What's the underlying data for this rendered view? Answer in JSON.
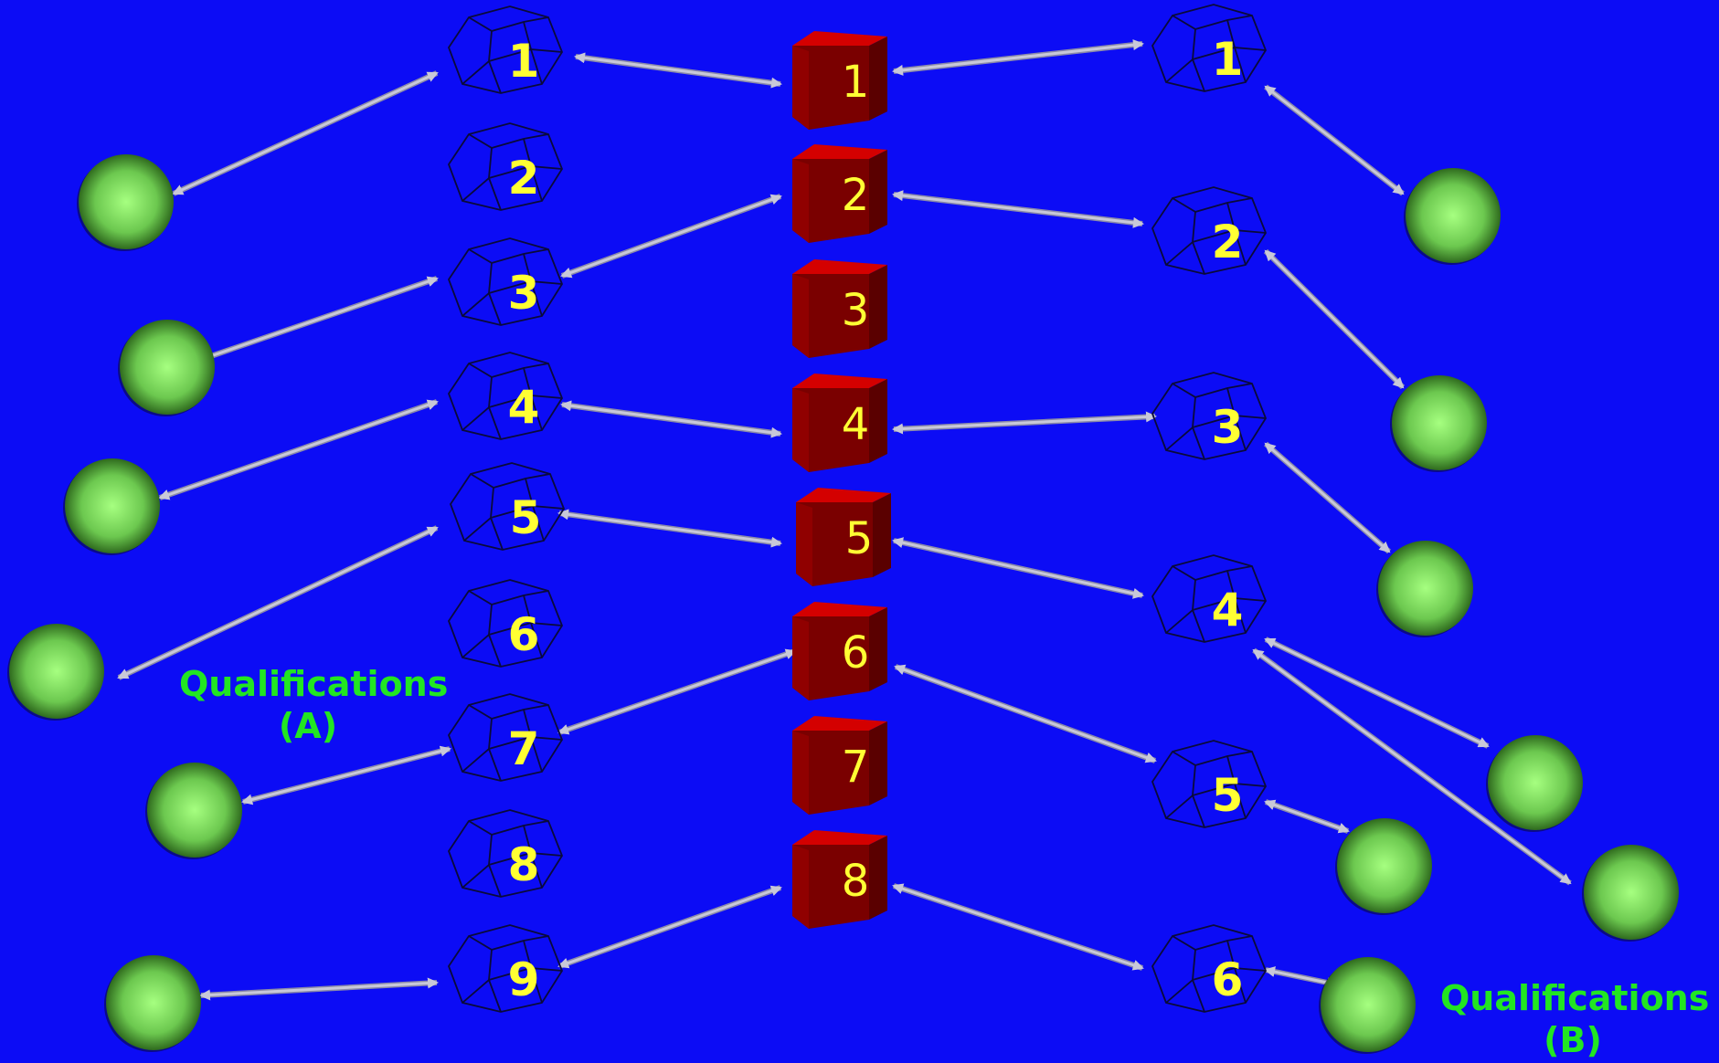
{
  "colors": {
    "background": "#0c0cf5",
    "cube_front": "#7a0000",
    "cube_side": "#5a0000",
    "cube_top": "#d40000",
    "cube_text": "#ffff33",
    "unit_label": "#ffff33",
    "sphere_light": "#a6ff80",
    "sphere_dark": "#2f6a1e",
    "arrow": "#c8c8d8",
    "qualification_label": "#22e622"
  },
  "left_units": [
    "1",
    "2",
    "3",
    "4",
    "5",
    "6",
    "7",
    "8",
    "9"
  ],
  "center_cubes": [
    "1",
    "2",
    "3",
    "4",
    "5",
    "6",
    "7",
    "8"
  ],
  "right_units": [
    "1",
    "2",
    "3",
    "4",
    "5",
    "6"
  ],
  "qualifications_a": {
    "line1": "Qualifications",
    "line2": "(A)"
  },
  "qualifications_b": {
    "line1": "Qualifications",
    "line2": "(B)"
  }
}
